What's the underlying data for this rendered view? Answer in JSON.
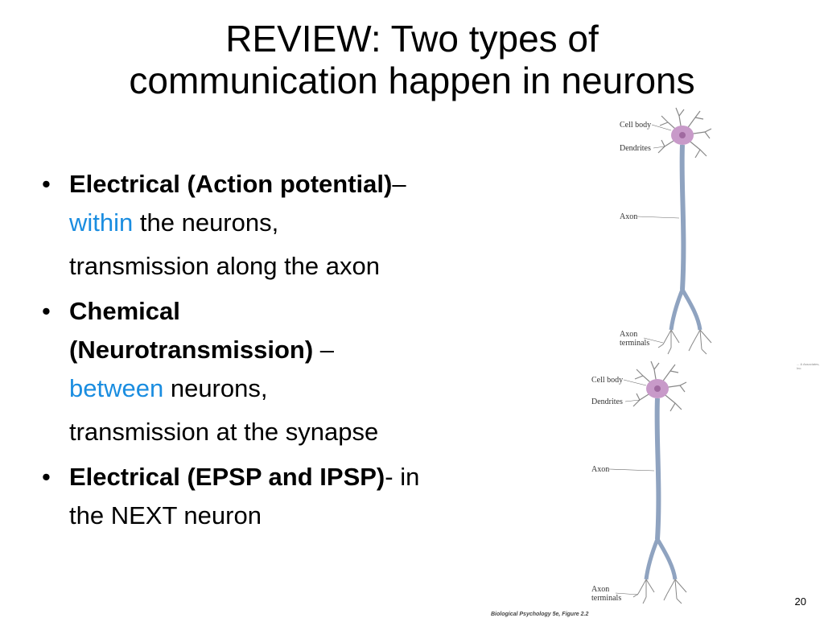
{
  "title": {
    "line1": "REVIEW: Two types of",
    "line2": "communication happen in neurons"
  },
  "bullets": [
    {
      "bold": "Electrical (Action potential)",
      "after_bold": "–",
      "highlight": "within",
      "rest": " the neurons,",
      "continuation": "transmission along the axon"
    },
    {
      "bold1": "Chemical",
      "bold2": "(Neurotransmission)",
      "after_bold": " –",
      "highlight": "between",
      "rest": " neurons,",
      "continuation": "transmission at the synapse"
    },
    {
      "bold": "Electrical (EPSP and IPSP)",
      "rest1": "- in",
      "rest2": "the NEXT neuron"
    }
  ],
  "figure": {
    "labels": {
      "cell_body": "Cell body",
      "dendrites": "Dendrites",
      "axon": "Axon",
      "axon_terminals_1": "Axon",
      "axon_terminals_2": "terminals"
    },
    "credit": "Biological Psychology 5e, Figure 2.2",
    "copyright": "... & Associates, Inc."
  },
  "page_number": "20",
  "colors": {
    "highlight": "#1a8de0",
    "axon": "#8fa3c0",
    "soma": "#c89ac9"
  }
}
